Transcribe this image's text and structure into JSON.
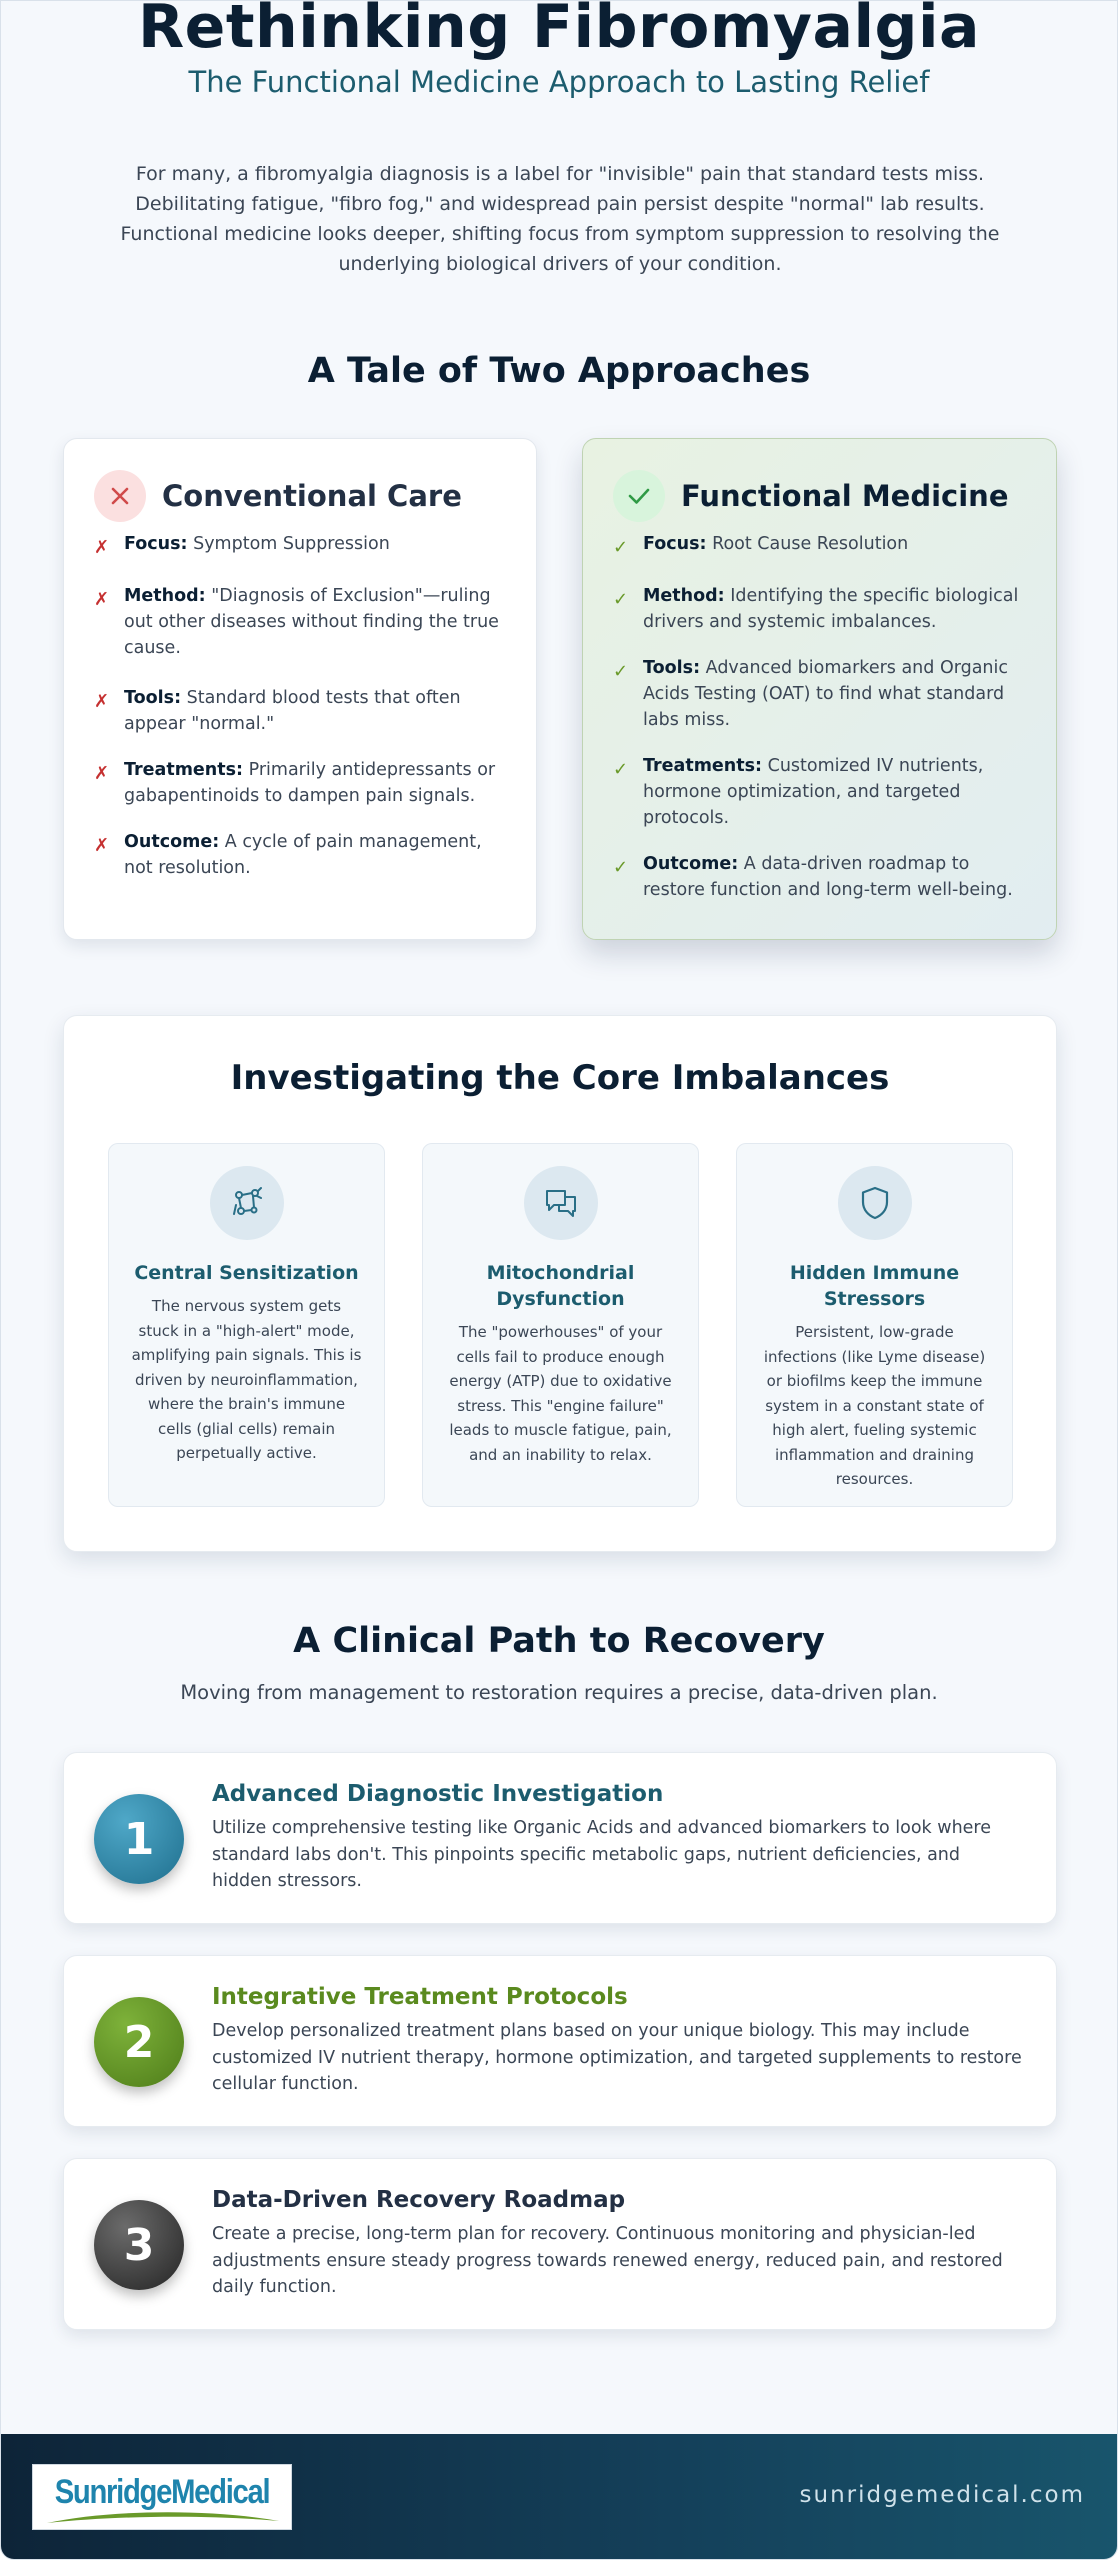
{
  "hero": {
    "title": "Rethinking Fibromyalgia",
    "subtitle": "The Functional Medicine Approach to Lasting Relief",
    "intro": "For many, a fibromyalgia diagnosis is a label for \"invisible\" pain that standard tests miss. Debilitating fatigue, \"fibro fog,\" and widespread pain persist despite \"normal\" lab results. Functional medicine looks deeper, shifting focus from symptom suppression to resolving the underlying biological drivers of your condition."
  },
  "comparison": {
    "title": "A Tale of Two Approaches",
    "conventional": {
      "title": "Conventional Care",
      "icon": "x-icon",
      "mark": "✗",
      "points": [
        {
          "label": "Focus:",
          "text": "Symptom Suppression"
        },
        {
          "label": "Method:",
          "text": "\"Diagnosis of Exclusion\"—ruling out other diseases without finding the true cause."
        },
        {
          "label": "Tools:",
          "text": "Standard blood tests that often appear \"normal.\""
        },
        {
          "label": "Treatments:",
          "text": "Primarily antidepressants or gabapentinoids to dampen pain signals."
        },
        {
          "label": "Outcome:",
          "text": "A cycle of pain management, not resolution."
        }
      ]
    },
    "functional": {
      "title": "Functional Medicine",
      "icon": "check-icon",
      "mark": "✓",
      "points": [
        {
          "label": "Focus:",
          "text": "Root Cause Resolution"
        },
        {
          "label": "Method:",
          "text": "Identifying the specific biological drivers and systemic imbalances."
        },
        {
          "label": "Tools:",
          "text": "Advanced biomarkers and Organic Acids Testing (OAT) to find what standard labs miss."
        },
        {
          "label": "Treatments:",
          "text": "Customized IV nutrients, hormone optimization, and targeted protocols."
        },
        {
          "label": "Outcome:",
          "text": "A data-driven roadmap to restore function and long-term well-being."
        }
      ]
    }
  },
  "core": {
    "title": "Investigating the Core Imbalances",
    "items": [
      {
        "icon": "nervous-system-icon",
        "name": "Central Sensitization",
        "desc": "The nervous system gets stuck in a \"high-alert\" mode, amplifying pain signals. This is driven by neuroinflammation, where the brain's immune cells (glial cells) remain perpetually active."
      },
      {
        "icon": "speech-bubbles-icon",
        "name": "Mitochondrial Dysfunction",
        "desc": "The \"powerhouses\" of your cells fail to produce enough energy (ATP) due to oxidative stress. This \"engine failure\" leads to muscle fatigue, pain, and an inability to relax."
      },
      {
        "icon": "shield-icon",
        "name": "Hidden Immune Stressors",
        "desc": "Persistent, low-grade infections (like Lyme disease) or biofilms keep the immune system in a constant state of high alert, fueling systemic inflammation and draining resources."
      }
    ]
  },
  "path": {
    "title": "A Clinical Path to Recovery",
    "subtitle": "Moving from management to restoration requires a precise, data-driven plan.",
    "steps": [
      {
        "number": "1",
        "title": "Advanced Diagnostic Investigation",
        "desc": "Utilize comprehensive testing like Organic Acids and advanced biomarkers to look where standard labs don't. This pinpoints specific metabolic gaps, nutrient deficiencies, and hidden stressors."
      },
      {
        "number": "2",
        "title": "Integrative Treatment Protocols",
        "desc": "Develop personalized treatment plans based on your unique biology. This may include customized IV nutrient therapy, hormone optimization, and targeted supplements to restore cellular function."
      },
      {
        "number": "3",
        "title": "Data-Driven Recovery Roadmap",
        "desc": "Create a precise, long-term plan for recovery. Continuous monitoring and physician-led adjustments ensure steady progress towards renewed energy, reduced pain, and restored daily function."
      }
    ]
  },
  "footer": {
    "logo_text": "SunridgeMedical",
    "url": "sunridgemedical.com"
  },
  "colors": {
    "navy": "#0b1f33",
    "teal": "#1c5c6e",
    "green": "#5a8a1e",
    "red": "#c53030"
  }
}
